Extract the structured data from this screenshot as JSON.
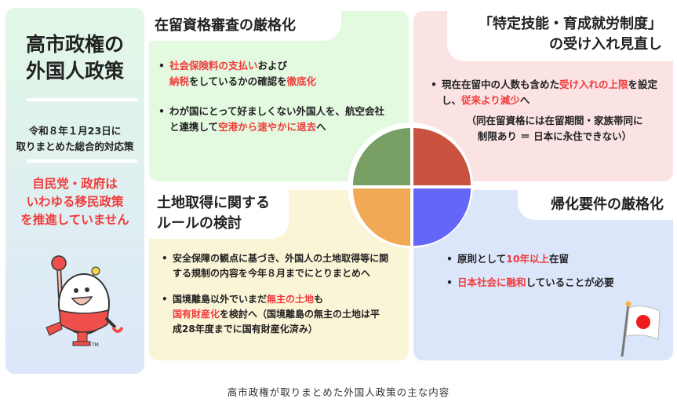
{
  "left": {
    "title": [
      "高市政権の",
      "外国人政策"
    ],
    "subtitle": [
      "令和８年１月23日に",
      "取りまとめた総合的対応策"
    ],
    "statement": [
      "自民党・政府は",
      "いわゆる移民政策",
      "を推進していません"
    ],
    "tm": "TM"
  },
  "q1": {
    "title": "在留資格審査の厳格化",
    "b1": [
      "社会保険料の支払い",
      "および",
      "納税",
      "をしているかの確認を",
      "徹底化"
    ],
    "b2": [
      "わが国にとって好ましくない外国人を、航空会社と連携して",
      "空港から速やかに退去",
      "へ"
    ]
  },
  "q2": {
    "title": [
      "「特定技能・育成就労制度」",
      "の受け入れ見直し"
    ],
    "b1": [
      "現在在留中の人数も含めた",
      "受け入れの上限",
      "を設定し、",
      "従来より減少",
      "へ"
    ],
    "note": [
      "（同在留資格には在留期間・家族帯同に",
      "制限あり ＝ 日本に永住できない）"
    ]
  },
  "q3": {
    "title": [
      "土地取得に関する",
      "ルールの検討"
    ],
    "b1": "安全保障の観点に基づき、外国人の土地取得等に関する規制の内容を今年８月までにとりまとめへ",
    "b2": [
      "国境離島以外でいまだ",
      "無主の土地",
      "も",
      "国有財産化",
      "を検討へ（国境離島の無主の土地は平成28年度までに国有財産化済み）"
    ]
  },
  "q4": {
    "title": "帰化要件の厳格化",
    "b1": [
      "原則として",
      "10年以上",
      "在留"
    ],
    "b2": [
      "日本社会に融和",
      "していることが必要"
    ]
  },
  "caption": "高市政権が取りまとめた外国人政策の主な内容",
  "colors": {
    "accent_red": "#f03b3b",
    "pie_green": "#78a064",
    "pie_red": "#c9533f",
    "pie_orange": "#f2a956",
    "pie_blue": "#6366f9"
  }
}
